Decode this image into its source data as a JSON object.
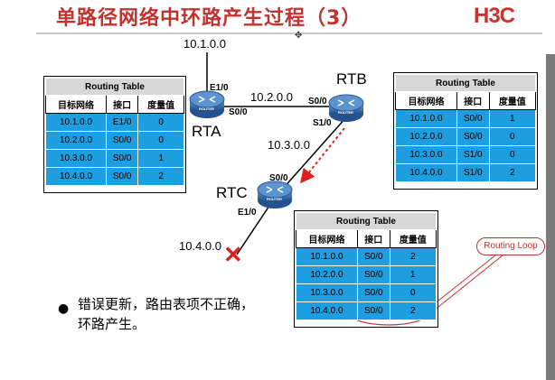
{
  "slide": {
    "title": "单路径网络中环路产生过程（3）",
    "logo": "H3C",
    "bullet": "错误更新，路由表项不正确，环路产生。",
    "callout": "Routing Loop"
  },
  "diagram": {
    "networks": {
      "net1": "10.1.0.0",
      "net2": "10.2.0.0",
      "net3": "10.3.0.0",
      "net4": "10.4.0.0"
    },
    "routers": {
      "rta": "RTA",
      "rtb": "RTB",
      "rtc": "RTC"
    },
    "ports": {
      "rta_e10": "E1/0",
      "rta_s00": "S0/0",
      "rtb_s00": "S0/0",
      "rtb_s10": "S1/0",
      "rtc_s00": "S0/0",
      "rtc_e10": "E1/0"
    },
    "router_badge": "ROUTER",
    "failure_mark": "✕"
  },
  "tables": [
    {
      "name": "rta-routing-table",
      "caption": "Routing Table",
      "headers": [
        "目标网络",
        "接口",
        "度量值"
      ],
      "rows": [
        [
          "10.1.0.0",
          "E1/0",
          "0"
        ],
        [
          "10.2.0.0",
          "S0/0",
          "0"
        ],
        [
          "10.3.0.0",
          "S0/0",
          "1"
        ],
        [
          "10.4.0.0",
          "S0/0",
          "2"
        ]
      ]
    },
    {
      "name": "rtb-routing-table",
      "caption": "Routing Table",
      "headers": [
        "目标网络",
        "接口",
        "度量值"
      ],
      "rows": [
        [
          "10.1.0.0",
          "S0/0",
          "1"
        ],
        [
          "10.2.0.0",
          "S0/0",
          "0"
        ],
        [
          "10.3.0.0",
          "S1/0",
          "0"
        ],
        [
          "10.4.0.0",
          "S1/0",
          "2"
        ]
      ]
    },
    {
      "name": "rtc-routing-table",
      "caption": "Routing Table",
      "headers": [
        "目标网络",
        "接口",
        "度量值"
      ],
      "rows": [
        [
          "10.1.0.0",
          "S0/0",
          "2"
        ],
        [
          "10.2.0.0",
          "S0/0",
          "1"
        ],
        [
          "10.3.0.0",
          "S0/0",
          "0"
        ],
        [
          "10.4.0.0",
          "S0/0",
          "2"
        ]
      ]
    }
  ],
  "colors": {
    "title": "#c0332e",
    "table_cell": "#1d9ee0",
    "alert": "#e02020",
    "router": "#3b74b8"
  }
}
